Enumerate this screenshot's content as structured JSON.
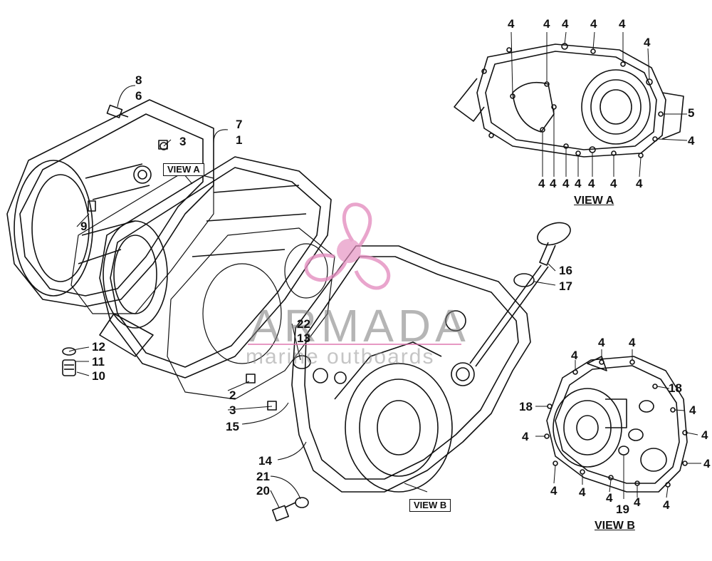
{
  "watermark": {
    "brand": "ARMADA",
    "tagline": "marine outboards",
    "colors": {
      "logo": "#e48fc0",
      "text": "#8a8a8a"
    }
  },
  "view_tags": {
    "a": "VIEW A",
    "b": "VIEW B"
  },
  "view_titles": {
    "a": "VIEW A",
    "b": "VIEW B"
  },
  "callouts_main": [
    "8",
    "6",
    "3",
    "7",
    "1",
    "9",
    "12",
    "11",
    "10",
    "22",
    "13",
    "2",
    "3",
    "15",
    "14",
    "21",
    "20",
    "16",
    "17"
  ],
  "callouts_view_a": [
    "4",
    "4",
    "4",
    "4",
    "4",
    "4",
    "5",
    "4",
    "4",
    "4",
    "4",
    "4",
    "4",
    "4",
    "4"
  ],
  "callouts_view_b": [
    "4",
    "4",
    "4",
    "18",
    "18",
    "4",
    "4",
    "4",
    "4",
    "4",
    "4",
    "4",
    "19",
    "4",
    "4"
  ]
}
